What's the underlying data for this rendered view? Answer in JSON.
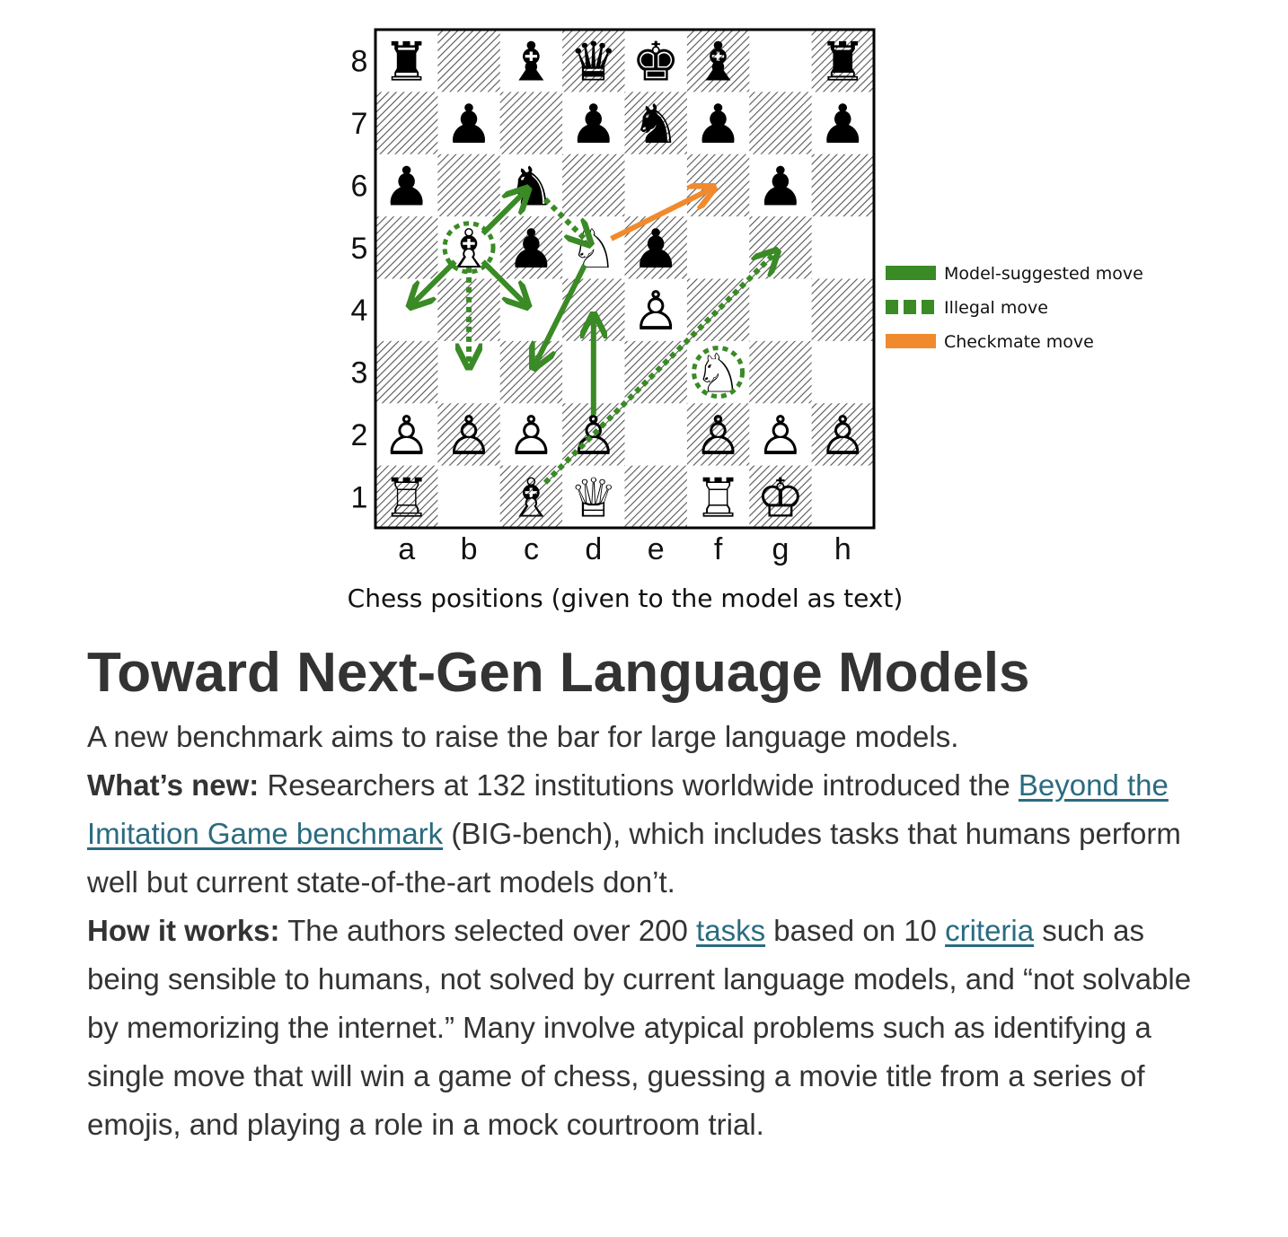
{
  "board": {
    "ranks": [
      "8",
      "7",
      "6",
      "5",
      "4",
      "3",
      "2",
      "1"
    ],
    "files": [
      "a",
      "b",
      "c",
      "d",
      "e",
      "f",
      "g",
      "h"
    ],
    "pieces": [
      {
        "square": "a8",
        "glyph": "♜",
        "color": "black"
      },
      {
        "square": "c8",
        "glyph": "♝",
        "color": "black"
      },
      {
        "square": "d8",
        "glyph": "♛",
        "color": "black"
      },
      {
        "square": "e8",
        "glyph": "♚",
        "color": "black"
      },
      {
        "square": "f8",
        "glyph": "♝",
        "color": "black"
      },
      {
        "square": "h8",
        "glyph": "♜",
        "color": "black"
      },
      {
        "square": "b7",
        "glyph": "♟",
        "color": "black"
      },
      {
        "square": "d7",
        "glyph": "♟",
        "color": "black"
      },
      {
        "square": "e7",
        "glyph": "♞",
        "color": "black"
      },
      {
        "square": "f7",
        "glyph": "♟",
        "color": "black"
      },
      {
        "square": "h7",
        "glyph": "♟",
        "color": "black"
      },
      {
        "square": "a6",
        "glyph": "♟",
        "color": "black"
      },
      {
        "square": "c6",
        "glyph": "♞",
        "color": "black"
      },
      {
        "square": "g6",
        "glyph": "♟",
        "color": "black"
      },
      {
        "square": "b5",
        "glyph": "♗",
        "color": "white"
      },
      {
        "square": "c5",
        "glyph": "♟",
        "color": "black"
      },
      {
        "square": "d5",
        "glyph": "♘",
        "color": "white"
      },
      {
        "square": "e5",
        "glyph": "♟",
        "color": "black"
      },
      {
        "square": "e4",
        "glyph": "♙",
        "color": "white"
      },
      {
        "square": "f3",
        "glyph": "♘",
        "color": "white"
      },
      {
        "square": "a2",
        "glyph": "♙",
        "color": "white"
      },
      {
        "square": "b2",
        "glyph": "♙",
        "color": "white"
      },
      {
        "square": "c2",
        "glyph": "♙",
        "color": "white"
      },
      {
        "square": "d2",
        "glyph": "♙",
        "color": "white"
      },
      {
        "square": "f2",
        "glyph": "♙",
        "color": "white"
      },
      {
        "square": "g2",
        "glyph": "♙",
        "color": "white"
      },
      {
        "square": "h2",
        "glyph": "♙",
        "color": "white"
      },
      {
        "square": "a1",
        "glyph": "♖",
        "color": "white"
      },
      {
        "square": "c1",
        "glyph": "♗",
        "color": "white"
      },
      {
        "square": "d1",
        "glyph": "♕",
        "color": "white"
      },
      {
        "square": "f1",
        "glyph": "♖",
        "color": "white"
      },
      {
        "square": "g1",
        "glyph": "♔",
        "color": "white"
      }
    ],
    "moves": [
      {
        "from": "b5",
        "to": "a4",
        "kind": "model"
      },
      {
        "from": "b5",
        "to": "c4",
        "kind": "model"
      },
      {
        "from": "b5",
        "to": "c6",
        "kind": "model"
      },
      {
        "from": "b5",
        "to": "b3",
        "kind": "illegal"
      },
      {
        "from": "c6",
        "to": "d5",
        "kind": "illegal"
      },
      {
        "from": "d5",
        "to": "c3",
        "kind": "model"
      },
      {
        "from": "d2",
        "to": "d4",
        "kind": "model"
      },
      {
        "from": "c1",
        "to": "g5",
        "kind": "illegal"
      },
      {
        "from": "d5",
        "to": "f6",
        "kind": "checkmate"
      }
    ],
    "highlighted_squares": [
      "b5",
      "f3"
    ]
  },
  "legend": [
    {
      "label": "Model-suggested move",
      "color": "#3a8a26",
      "style": "solid"
    },
    {
      "label": "Illegal move",
      "color": "#3a8a26",
      "style": "dashed"
    },
    {
      "label": "Checkmate move",
      "color": "#f08a2c",
      "style": "solid"
    }
  ],
  "colors": {
    "model": "#3a8a26",
    "checkmate": "#f08a2c",
    "link": "#2a6b80",
    "text": "#333333"
  },
  "figure_caption": "Chess positions (given to the model as text)",
  "article": {
    "title": "Toward Next-Gen Language Models",
    "subtitle": "A new benchmark aims to raise the bar for large language models.",
    "p1_label": "What’s new:",
    "p1_text_a": " Researchers at 132 institutions worldwide introduced the ",
    "p1_link": "Beyond the Imitation Game benchmark",
    "p1_text_b": " (BIG-bench), which includes tasks that humans perform well but current state-of-the-art models don’t.",
    "p2_label": "How it works:",
    "p2_text_a": " The authors selected over 200 ",
    "p2_link1": "tasks",
    "p2_text_b": " based on 10 ",
    "p2_link2": "criteria",
    "p2_text_c": " such as being sensible to humans, not solved by current language models, and “not solvable by memorizing the internet.” Many involve atypical problems such as identifying a single move that will win a game of chess, guessing a movie title from a series of emojis, and playing a role in a mock courtroom trial."
  }
}
